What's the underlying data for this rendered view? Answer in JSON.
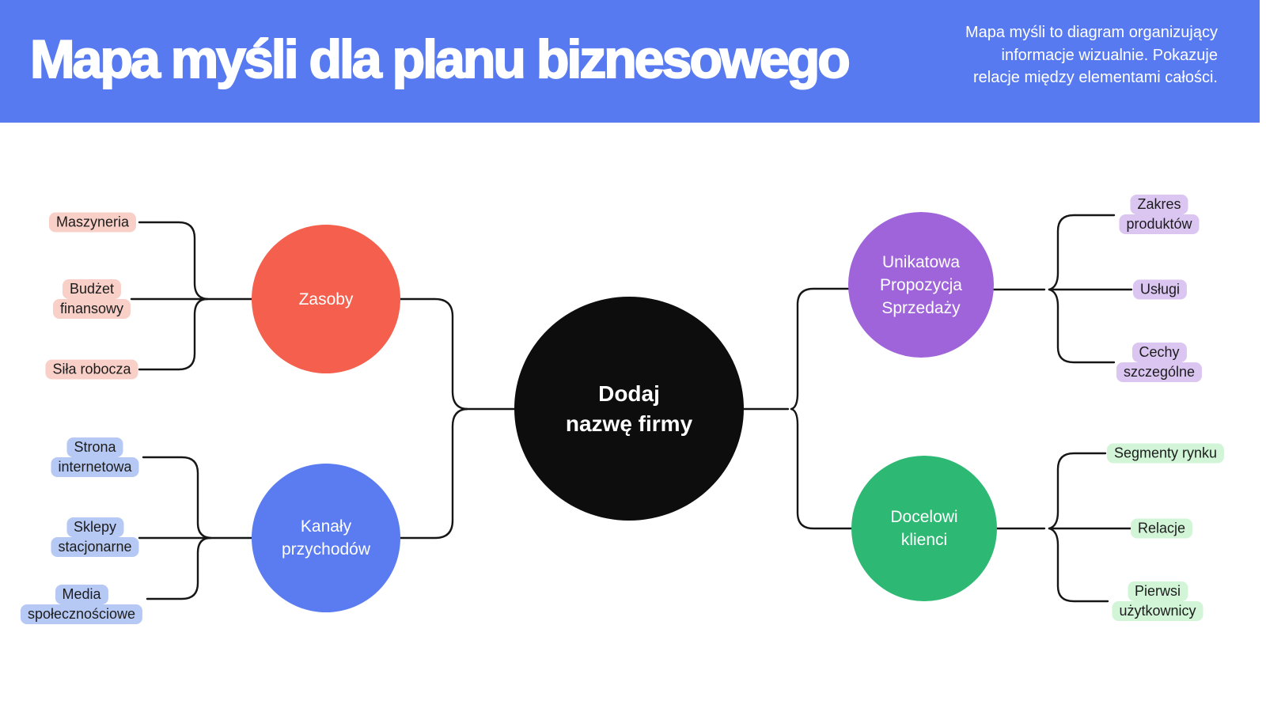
{
  "header": {
    "title": "Mapa myśli dla planu biznesowego",
    "description": "Mapa myśli to diagram organizujący informacje wizualnie. Pokazuje relacje między elementami całości.",
    "bg_color": "#587af0",
    "text_color": "#ffffff"
  },
  "center_node": {
    "text": "Dodaj\nnazwę firmy",
    "color": "#0d0d0d"
  },
  "branches": [
    {
      "id": "zasoby",
      "label": "Zasoby",
      "color": "#f4604d",
      "leaf_color": "#f8d0c8",
      "leaves": [
        "Maszyneria",
        "Budżet\nfinansowy",
        "Siła robocza"
      ]
    },
    {
      "id": "kanaly-przychodow",
      "label": "Kanały\nprzychodów",
      "color": "#5b7cf0",
      "leaf_color": "#b6c9f5",
      "leaves": [
        "Strona\ninternetowa",
        "Sklepy\nstacjonarne",
        "Media\nspołecznościowe"
      ]
    },
    {
      "id": "unikatowa-propozycja-sprzedazy",
      "label": "Unikatowa\nPropozycja\nSprzedaży",
      "color": "#9f63da",
      "leaf_color": "#dbc6f2",
      "leaves": [
        "Zakres\nproduktów",
        "Usługi",
        "Cechy\nszczególne"
      ]
    },
    {
      "id": "docelowi-klienci",
      "label": "Docelowi\nklienci",
      "color": "#2db873",
      "leaf_color": "#d2f5d8",
      "leaves": [
        "Segmenty rynku",
        "Relacje",
        "Pierwsi\nużytkownicy"
      ]
    }
  ],
  "connector_color": "#161616"
}
